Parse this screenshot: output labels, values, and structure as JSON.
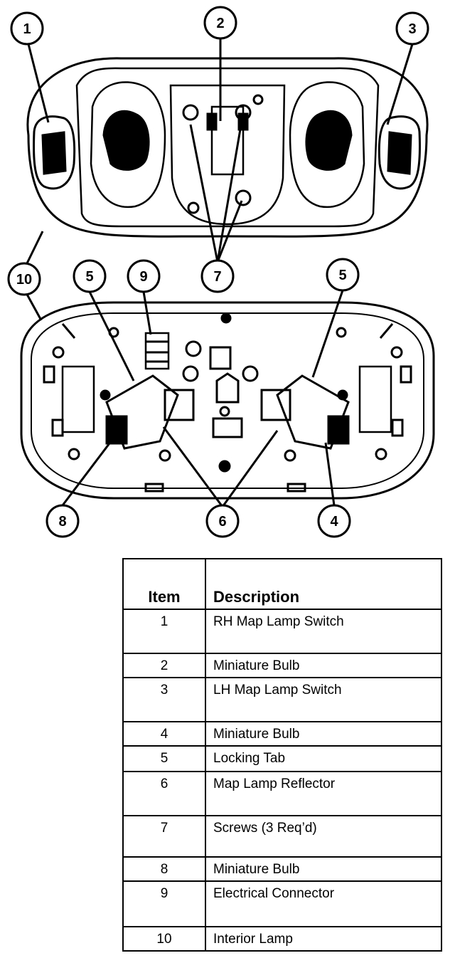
{
  "diagram": {
    "callouts": [
      "1",
      "2",
      "3",
      "5",
      "9",
      "7",
      "5",
      "10",
      "8",
      "6",
      "4"
    ]
  },
  "table": {
    "headers": {
      "item": "Item",
      "description": "Description"
    },
    "rows": [
      {
        "item": "1",
        "description": "RH Map Lamp Switch"
      },
      {
        "item": "2",
        "description": "Miniature Bulb"
      },
      {
        "item": "3",
        "description": "LH Map Lamp Switch"
      },
      {
        "item": "4",
        "description": "Miniature Bulb"
      },
      {
        "item": "5",
        "description": "Locking Tab"
      },
      {
        "item": "6",
        "description": "Map Lamp Reflector"
      },
      {
        "item": "7",
        "description": "Screws (3 Req’d)"
      },
      {
        "item": "8",
        "description": "Miniature Bulb"
      },
      {
        "item": "9",
        "description": "Electrical Connector"
      },
      {
        "item": "10",
        "description": "Interior Lamp"
      }
    ]
  }
}
